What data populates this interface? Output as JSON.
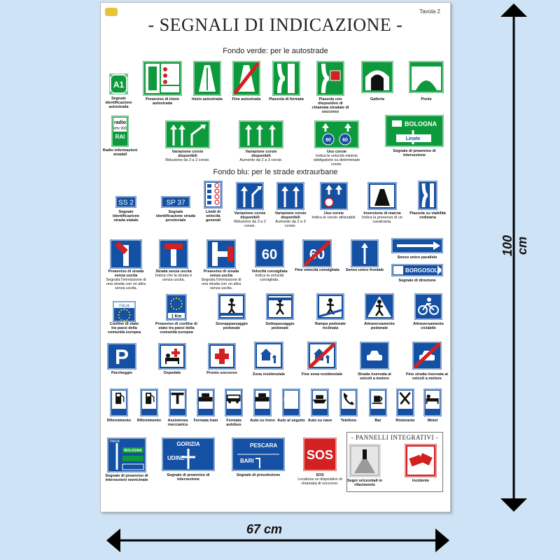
{
  "poster": {
    "title": "- SEGNALI DI INDICAZIONE -",
    "tavola": "Tavola 2",
    "section_green": "Fondo verde: per le autostrade",
    "section_blue": "Fondo blu: per le strade extraurbane",
    "panels_title": "- PANNELLI INTEGRATIVI -"
  },
  "dimensions": {
    "height": "100 cm",
    "width": "67 cm"
  },
  "sign_text": {
    "a1": "A1",
    "radio": "radio",
    "khz": "kHz 900",
    "rai": "RAI",
    "bologna": "BOLOGNA",
    "linate": "Linate",
    "ss2": "SS 2",
    "sp37": "SP 37",
    "sixty": "60",
    "borgosole": "BORGOSOLE",
    "italia": "ITALIA",
    "km": "1 Km",
    "gorizia": "GORIZIA",
    "udine": "UDINE",
    "pescara": "PESCARA",
    "bari": "BARI",
    "sos": "SOS",
    "pavia": "PAVIA"
  },
  "captions": {
    "r1": [
      {
        "t": "Segnale identificazione autostrada",
        "s": ""
      },
      {
        "t": "Preavviso di inizio autostrada",
        "s": ""
      },
      {
        "t": "Inizio autostrada",
        "s": ""
      },
      {
        "t": "Fine autostrada",
        "s": ""
      },
      {
        "t": "Piazzola di fermata",
        "s": ""
      },
      {
        "t": "Piazzola con dispositivo di chiamata stradale di soccorso",
        "s": ""
      },
      {
        "t": "Galleria",
        "s": ""
      },
      {
        "t": "Ponte",
        "s": ""
      }
    ],
    "r2": [
      {
        "t": "Radio informazioni stradali",
        "s": ""
      },
      {
        "t": "Variazione corsie disponibili",
        "s": "Riduzione da 3 a 2 corsie."
      },
      {
        "t": "Variazione corsie disponibili",
        "s": "Aumento da 2 a 3 corsie."
      },
      {
        "t": "Uso corsie",
        "s": "Indica le velocità minime obbligatorie su determinate corsie."
      },
      {
        "t": "Segnale di preavviso di intersezione",
        "s": ""
      }
    ],
    "r3": [
      {
        "t": "Segnale identificazione strada statale",
        "s": ""
      },
      {
        "t": "Segnale identificazione strada provinciale",
        "s": ""
      },
      {
        "t": "Limiti di velocità generali",
        "s": ""
      },
      {
        "t": "Variazione corsie disponibili",
        "s": "Riduzione da 3 a 2 corsie."
      },
      {
        "t": "Variazione corsie disponibili",
        "s": "Aumento da 2 a 3 corsie."
      },
      {
        "t": "Uso corsie",
        "s": "Indica le corsie utilizzabili."
      },
      {
        "t": "Inversione di marcia",
        "s": "Indica la presenza di un cavalcavia."
      },
      {
        "t": "Piazzola su viabilità ordinaria",
        "s": ""
      }
    ],
    "r4": [
      {
        "t": "Preavviso di strada senza uscita",
        "s": "Segnala l'immissione di una strada con un altra senza uscita."
      },
      {
        "t": "Strada senza uscita",
        "s": "Indica che la strada è senza uscita."
      },
      {
        "t": "Preavviso di strada senza uscita",
        "s": "Segnala l'immissione di una strada con un altra senza uscita."
      },
      {
        "t": "Velocità consigliata",
        "s": "Indica la velocità consigliata."
      },
      {
        "t": "Fine velocità consigliata",
        "s": ""
      },
      {
        "t": "Senso unico frontale",
        "s": ""
      },
      {
        "t": "Senso unico parallelo",
        "s": ""
      },
      {
        "t": "Segnale di direzione",
        "s": ""
      }
    ],
    "r5": [
      {
        "t": "Confine di stato tra paesi della comunità europea",
        "s": ""
      },
      {
        "t": "Preavviso di confine di stato tra paesi della comunità europea",
        "s": ""
      },
      {
        "t": "Sovrappassaggio pedonale",
        "s": ""
      },
      {
        "t": "Sottopassaggio pedonale",
        "s": ""
      },
      {
        "t": "Rampa pedonale inclinata",
        "s": ""
      },
      {
        "t": "Attraversamento pedonale",
        "s": ""
      },
      {
        "t": "Attraversamento ciclabile",
        "s": ""
      }
    ],
    "r6": [
      {
        "t": "Parcheggio",
        "s": ""
      },
      {
        "t": "Ospedale",
        "s": ""
      },
      {
        "t": "Pronto soccorso",
        "s": ""
      },
      {
        "t": "Zona residenziale",
        "s": ""
      },
      {
        "t": "Fine zona residenziale",
        "s": ""
      },
      {
        "t": "Strada riservata ai veicoli a motore",
        "s": ""
      },
      {
        "t": "Fine strada riservata ai veicoli a motore",
        "s": ""
      }
    ],
    "r7": [
      {
        "t": "Rifornimento",
        "s": ""
      },
      {
        "t": "Rifornimento",
        "s": ""
      },
      {
        "t": "Assistenza meccanica",
        "s": ""
      },
      {
        "t": "Fermata tram",
        "s": ""
      },
      {
        "t": "Fermata autobus",
        "s": ""
      },
      {
        "t": "Auto su treno",
        "s": ""
      },
      {
        "t": "Auto al seguito",
        "s": ""
      },
      {
        "t": "Auto su nave",
        "s": ""
      },
      {
        "t": "Telefono",
        "s": ""
      },
      {
        "t": "Bar",
        "s": ""
      },
      {
        "t": "Ristorante",
        "s": ""
      },
      {
        "t": "Motel",
        "s": ""
      }
    ],
    "r8": [
      {
        "t": "Segnale di preavviso di intersezioni ravvicinate",
        "s": ""
      },
      {
        "t": "Segnale di preavviso di intersezione",
        "s": ""
      },
      {
        "t": "Segnale di preselezione",
        "s": ""
      },
      {
        "t": "SOS",
        "s": "Localizza un dispositivo di chiamata di soccorso."
      },
      {
        "t": "Segni orizzontali in rifacimento",
        "s": ""
      },
      {
        "t": "Incidente",
        "s": ""
      }
    ]
  },
  "colors": {
    "green": "#0d9a3c",
    "blue": "#1450a3",
    "red": "#d32020",
    "background": "#cfe3f6"
  }
}
